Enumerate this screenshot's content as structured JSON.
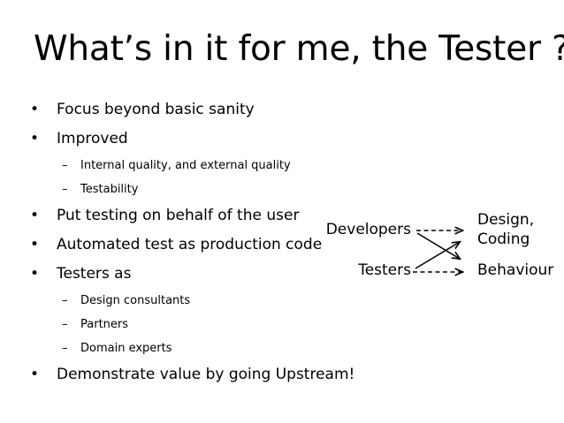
{
  "slide": {
    "title": "What’s in it for me, the Tester ?",
    "bullet_marker": "•",
    "sub_marker": "–",
    "background_color": "#ffffff",
    "text_color": "#000000",
    "items": [
      {
        "level": 1,
        "text": "Focus beyond basic sanity"
      },
      {
        "level": 1,
        "text": "Improved"
      },
      {
        "level": 2,
        "text": "Internal quality, and external quality"
      },
      {
        "level": 2,
        "text": "Testability"
      },
      {
        "level": 1,
        "text": "Put testing on behalf of the user"
      },
      {
        "level": 1,
        "text": "Automated test as production code"
      },
      {
        "level": 1,
        "text": "Testers as"
      },
      {
        "level": 2,
        "text": "Design consultants"
      },
      {
        "level": 2,
        "text": "Partners"
      },
      {
        "level": 2,
        "text": "Domain experts"
      },
      {
        "level": 1,
        "text": "Demonstrate value by going Upstream!"
      }
    ]
  },
  "diagram": {
    "nodes": {
      "developers": "Developers",
      "testers": "Testers",
      "design_coding_line1": "Design,",
      "design_coding_line2": "Coding",
      "behaviour": "Behaviour"
    },
    "edges": [
      {
        "from": "Developers",
        "to": "Design, Coding",
        "style": "dashed"
      },
      {
        "from": "Testers",
        "to": "Behaviour",
        "style": "dashed"
      },
      {
        "from": "Developers",
        "to": "Behaviour",
        "style": "solid"
      },
      {
        "from": "Testers",
        "to": "Design, Coding",
        "style": "solid"
      }
    ],
    "line_color": "#000000"
  }
}
